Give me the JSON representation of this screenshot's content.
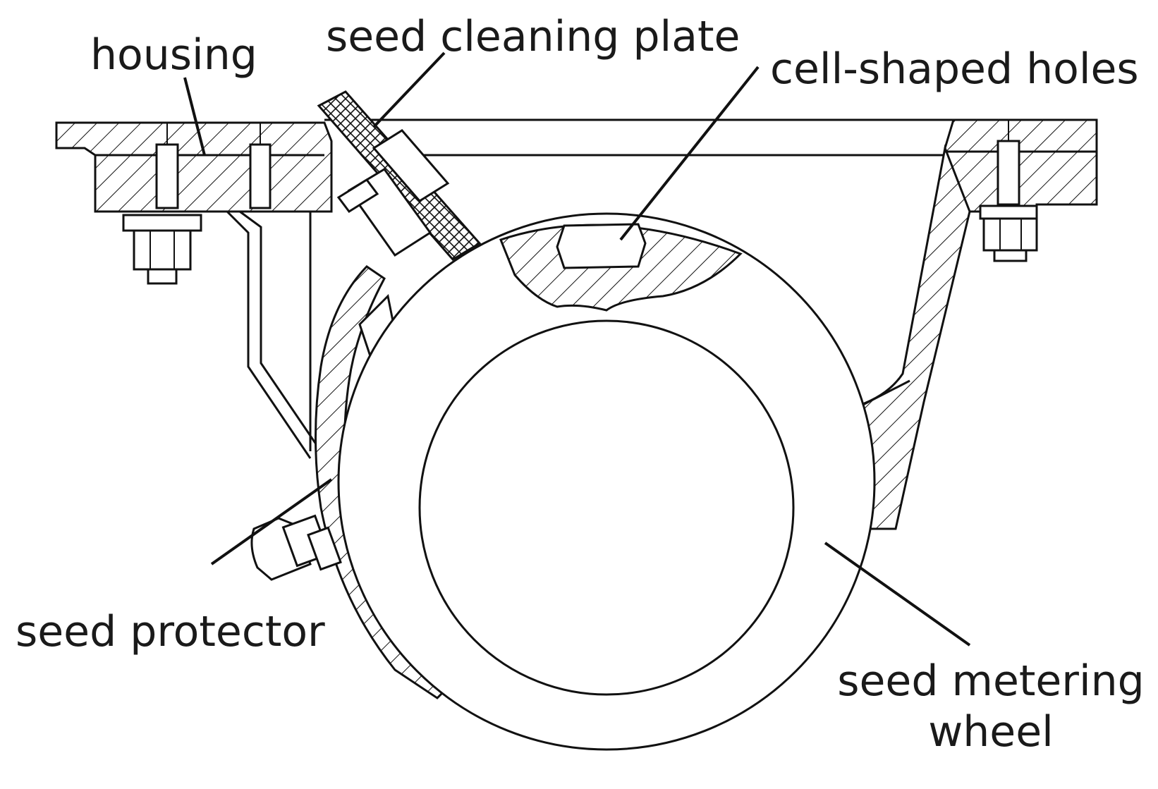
{
  "labels": {
    "housing": "housing",
    "seed_cleaning_plate": "seed cleaning plate",
    "cell_shaped_holes": "cell-shaped holes",
    "seed_protector": "seed protector",
    "seed_metering_wheel_line1": "seed metering",
    "seed_metering_wheel_line2": "wheel"
  },
  "colors": {
    "line": "#111111",
    "background": "#ffffff"
  }
}
